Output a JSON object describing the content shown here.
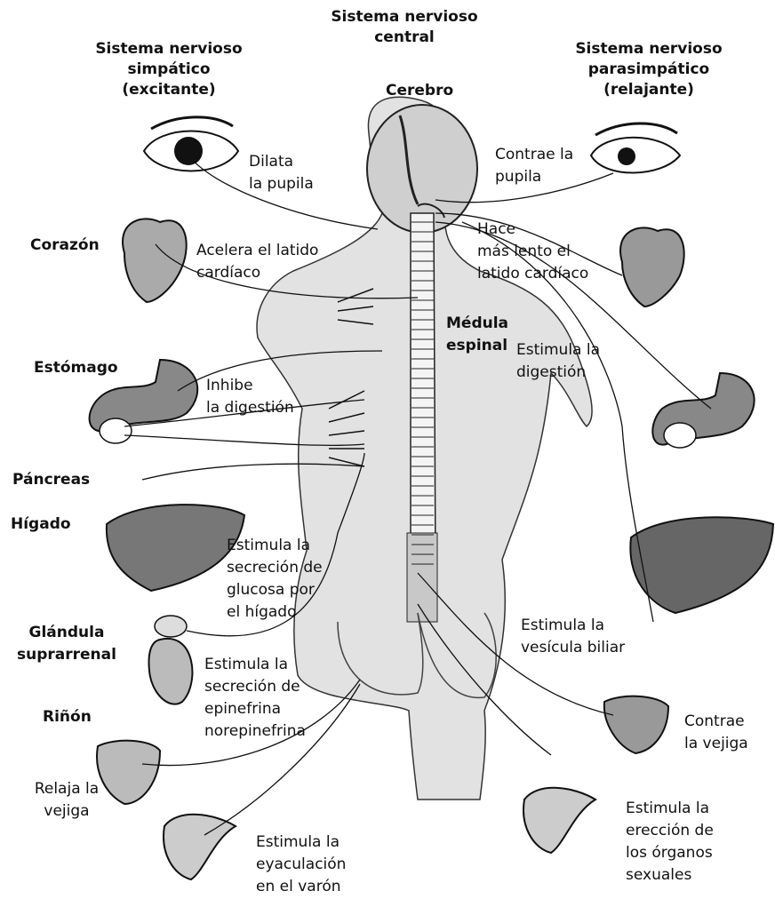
{
  "headers": {
    "central": "Sistema nervioso\ncentral",
    "sympathetic": "Sistema nervioso\nsimpático\n(excitante)",
    "parasympathetic": "Sistema nervioso\nparasimpático\n(relajante)"
  },
  "structures": {
    "brain": "Cerebro",
    "spinal_cord": "Médula\nespinal"
  },
  "organs_left": {
    "heart": "Corazón",
    "stomach": "Estómago",
    "pancreas": "Páncreas",
    "liver": "Hígado",
    "adrenal": "Glándula\nsuprarrenal",
    "kidney": "Riñón"
  },
  "effects_sympathetic": {
    "eye": "Dilata\nla pupila",
    "heart": "Acelera el latido\ncardíaco",
    "digestion": "Inhibe\nla digestión",
    "liver": "Estimula la\nsecreción de\nglucosa por\nel hígado",
    "adrenal": "Estimula la\nsecreción de\nepinefrina\nnorepinefrina",
    "bladder": "Relaja la\nvejiga",
    "ejaculation": "Estimula la\neyaculación\nen el varón"
  },
  "effects_parasympathetic": {
    "eye": "Contrae la\npupila",
    "heart": "Hace\nmás lento el\nlatido cardíaco",
    "digestion": "Estimula la\ndigestión",
    "gallbladder": "Estimula la\nvesícula biliar",
    "bladder": "Contrae\nla vejiga",
    "erection": "Estimula la\nerección de\nlos órganos\nsexuales"
  }
}
